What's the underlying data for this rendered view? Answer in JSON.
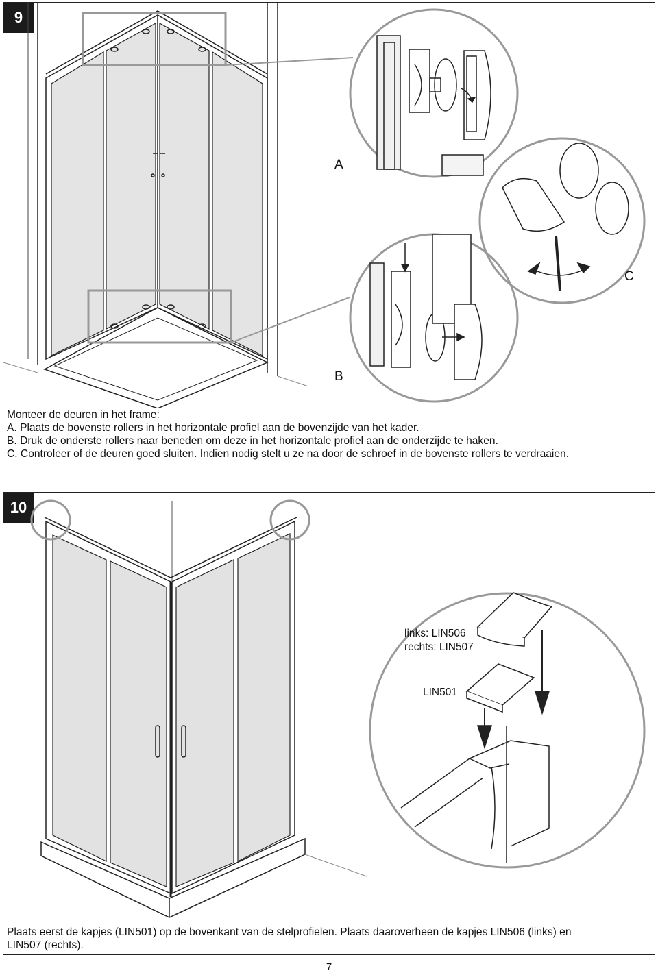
{
  "step9": {
    "number": "9",
    "labels": {
      "a": "A",
      "b": "B",
      "c": "C"
    },
    "instructions": [
      "Monteer de deuren in het frame:",
      "A. Plaats de bovenste rollers in het horizontale profiel aan de bovenzijde van het kader.",
      "B. Druk de onderste rollers naar beneden om deze in het horizontale profiel aan de onderzijde te haken.",
      "C. Controleer of de deuren goed sluiten. Indien nodig stelt u ze na door de schroef in de bovenste rollers te verdraaien."
    ]
  },
  "step10": {
    "number": "10",
    "callouts": {
      "left_right_caps_line1": "links: LIN506",
      "left_right_caps_line2": "rechts: LIN507",
      "center_cap": "LIN501"
    },
    "instructions": [
      "Plaats eerst de kapjes (LIN501) op de bovenkant van de stelprofielen. Plaats daaroverheen de kapjes LIN506 (links) en",
      "LIN507 (rechts)."
    ]
  },
  "page_number": "7"
}
